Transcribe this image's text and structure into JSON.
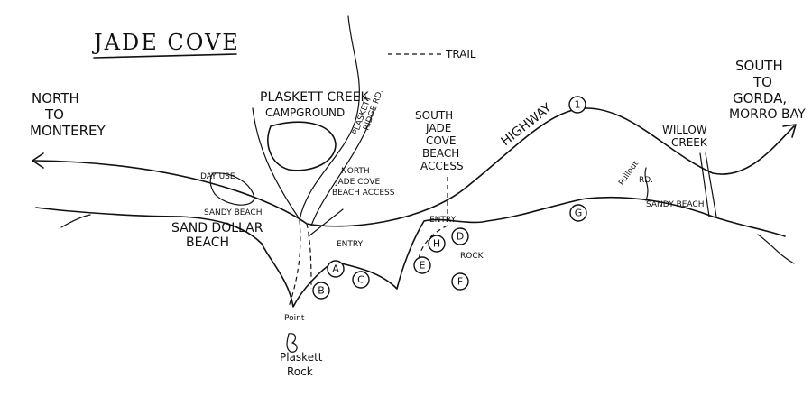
{
  "title": "JADE COVE",
  "legend": {
    "trail_label": "TRAIL"
  },
  "directions": {
    "north_line1": "NORTH",
    "north_line2": "TO",
    "north_line3": "MONTEREY",
    "south_line1": "SOUTH",
    "south_line2": "TO",
    "south_line3": "GORDA,",
    "south_line4": "MORRO BAY"
  },
  "highway": {
    "label": "HIGHWAY",
    "number": "1"
  },
  "places": {
    "campground_line1": "PLASKETT CREEK",
    "campground_line2": "CAMPGROUND",
    "ridge_line1": "PLASKETT",
    "ridge_line2": "RIDGE RD.",
    "day_use": "DAY USE",
    "sandy_beach_1": "SANDY BEACH",
    "sand_dollar_line1": "SAND DOLLAR",
    "sand_dollar_line2": "BEACH",
    "north_access_line1": "NORTH",
    "north_access_line2": "JADE COVE",
    "north_access_line3": "BEACH ACCESS",
    "south_access_line1": "SOUTH",
    "south_access_line2": "JADE",
    "south_access_line3": "COVE",
    "south_access_line4": "BEACH",
    "south_access_line5": "ACCESS",
    "entry_1": "ENTRY",
    "entry_2": "ENTRY",
    "rock": "ROCK",
    "point": "Point",
    "plaskett_rock_line1": "Plaskett",
    "plaskett_rock_line2": "Rock",
    "pullout_line1": "Pullout",
    "pullout_line2": "RD.",
    "willow_line1": "WILLOW",
    "willow_line2": "CREEK",
    "sandy_beach_2": "SANDY BEACH"
  },
  "markers": [
    "A",
    "B",
    "C",
    "D",
    "E",
    "F",
    "G",
    "H"
  ]
}
